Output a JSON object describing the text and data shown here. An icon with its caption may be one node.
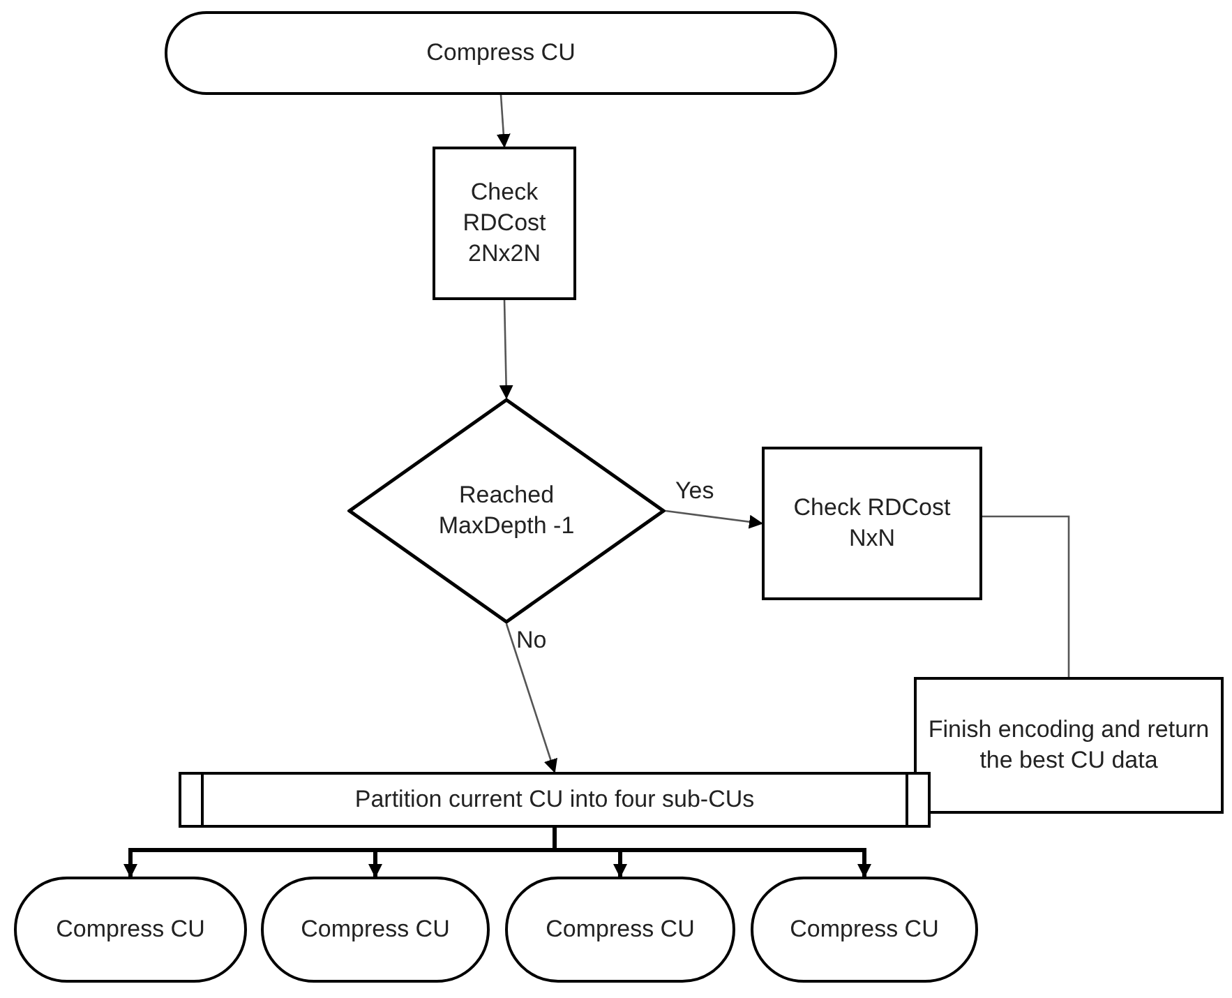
{
  "diagram": {
    "nodes": [
      {
        "text": [
          "Compress CU"
        ]
      },
      {
        "text": [
          "Check RDCost 2Nx2N"
        ]
      },
      {
        "text": [
          "Reached MaxDepth -1"
        ]
      },
      {
        "text": [
          "Check RDCost NxN"
        ]
      },
      {
        "text": [
          "Finish encoding and return the best CU data"
        ]
      },
      {
        "text": [
          "Partition current CU into four sub-CUs"
        ]
      },
      {
        "text": [
          "Compress CU"
        ]
      },
      {
        "text": [
          "Compress CU"
        ]
      },
      {
        "text": [
          "Compress CU"
        ]
      },
      {
        "text": [
          "Compress CU"
        ]
      }
    ],
    "edges": [
      {
        "from": 0,
        "to": 1,
        "arrow": "to"
      },
      {
        "from": 1,
        "to": 2,
        "arrow": "to"
      },
      {
        "from": 2,
        "to": 3,
        "arrow": "to",
        "label": "Yes"
      },
      {
        "from": 3,
        "to": 4,
        "arrow": "none"
      },
      {
        "from": 2,
        "to": 5,
        "arrow": "to",
        "label": "No"
      },
      {
        "from": 5,
        "to": 6,
        "arrow": "to",
        "style": "thick",
        "color": "#000000"
      },
      {
        "from": 5,
        "to": 7,
        "arrow": "to",
        "style": "thick",
        "color": "#000000"
      },
      {
        "from": 5,
        "to": 8,
        "arrow": "to",
        "style": "thick",
        "color": "#000000"
      },
      {
        "from": 5,
        "to": 9,
        "arrow": "to",
        "style": "thick",
        "color": "#000000"
      }
    ]
  }
}
